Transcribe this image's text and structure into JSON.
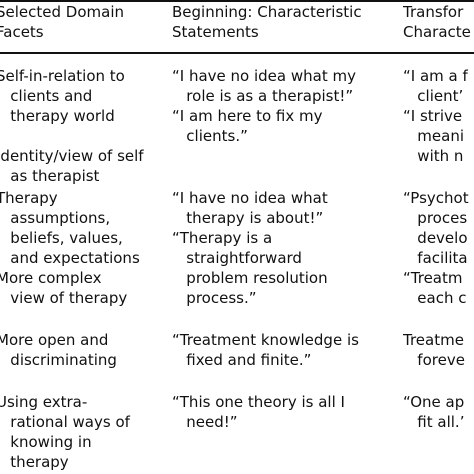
{
  "table": {
    "headers": [
      "Selected Domain\nFacets",
      "Beginning: Characteristic\nStatements",
      "Transfor\nCharacte"
    ],
    "rows": [
      {
        "facet": "Self-in-relation to\n   clients and\n   therapy world",
        "beginning": "“I have no idea what my\n   role is as a therapist!”\n“I am here to fix my\n   clients.”",
        "transform": "“I am a f\n   client’\n“I strive\n   meani\n   with n"
      },
      {
        "facet": "Identity/view of self\n   as therapist",
        "beginning": "",
        "transform": ""
      },
      {
        "facet": "Therapy\n   assumptions,\n   beliefs, values,\n   and expectations",
        "beginning": "“I have no idea what\n   therapy is about!”\n“Therapy is a\n   straightforward\n   problem resolution\n   process.”",
        "transform": "“Psychot\n   proces\n   develo\n   facilita\n“Treatm\n   each c"
      },
      {
        "facet": "More complex\n   view of therapy",
        "beginning": "",
        "transform": ""
      },
      {
        "facet": "More open and\n   discriminating",
        "beginning": "“Treatment knowledge is\n   fixed and finite.”",
        "transform": "Treatme\n   foreve"
      },
      {
        "facet": "Using extra-\n   rational ways of\n   knowing in\n   therapy",
        "beginning": "“This one theory is all I\n   need!”",
        "transform": "“One ap\n   fit all.’"
      }
    ]
  }
}
